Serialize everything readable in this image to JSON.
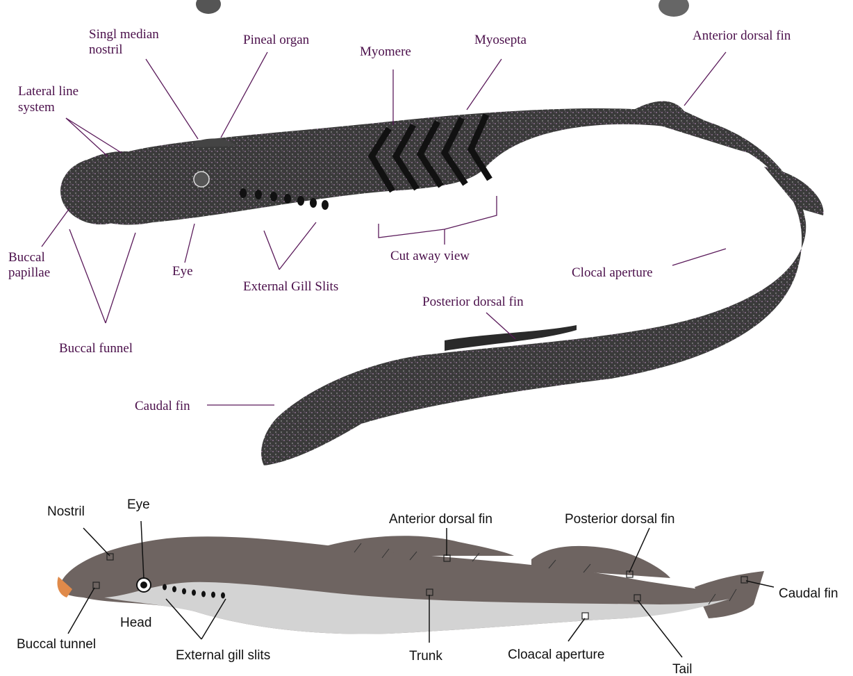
{
  "top_diagram": {
    "labels": {
      "median_nostril_line1": "Singl median",
      "median_nostril_line2": "nostril",
      "pineal_organ": "Pineal organ",
      "myomere": "Myomere",
      "myosepta": "Myosepta",
      "anterior_dorsal_fin": "Anterior dorsal fin",
      "lateral_line_line1": "Lateral line",
      "lateral_line_line2": "system",
      "buccal_papillae_line1": "Buccal",
      "buccal_papillae_line2": "papillae",
      "eye": "Eye",
      "external_gill_slits": "External Gill Slits",
      "cut_away_view": "Cut away view",
      "cloacal_aperture": "Clocal aperture",
      "posterior_dorsal_fin": "Posterior dorsal fin",
      "buccal_funnel": "Buccal funnel",
      "caudal_fin": "Caudal fin"
    },
    "colors": {
      "body": "#3a3a3a",
      "speckle": "#d9a6e0",
      "label": "#4a0f4a"
    }
  },
  "bottom_diagram": {
    "labels": {
      "nostril": "Nostril",
      "eye": "Eye",
      "anterior_dorsal_fin": "Anterior dorsal fin",
      "posterior_dorsal_fin": "Posterior dorsal fin",
      "caudal_fin": "Caudal fin",
      "head": "Head",
      "buccal_tunnel": "Buccal tunnel",
      "external_gill_slits": "External gill slits",
      "trunk": "Trunk",
      "cloacal_aperture": "Cloacal aperture",
      "tail": "Tail"
    },
    "colors": {
      "body": "#6e6461",
      "belly": "#d3d3d3",
      "label": "#111111"
    }
  }
}
